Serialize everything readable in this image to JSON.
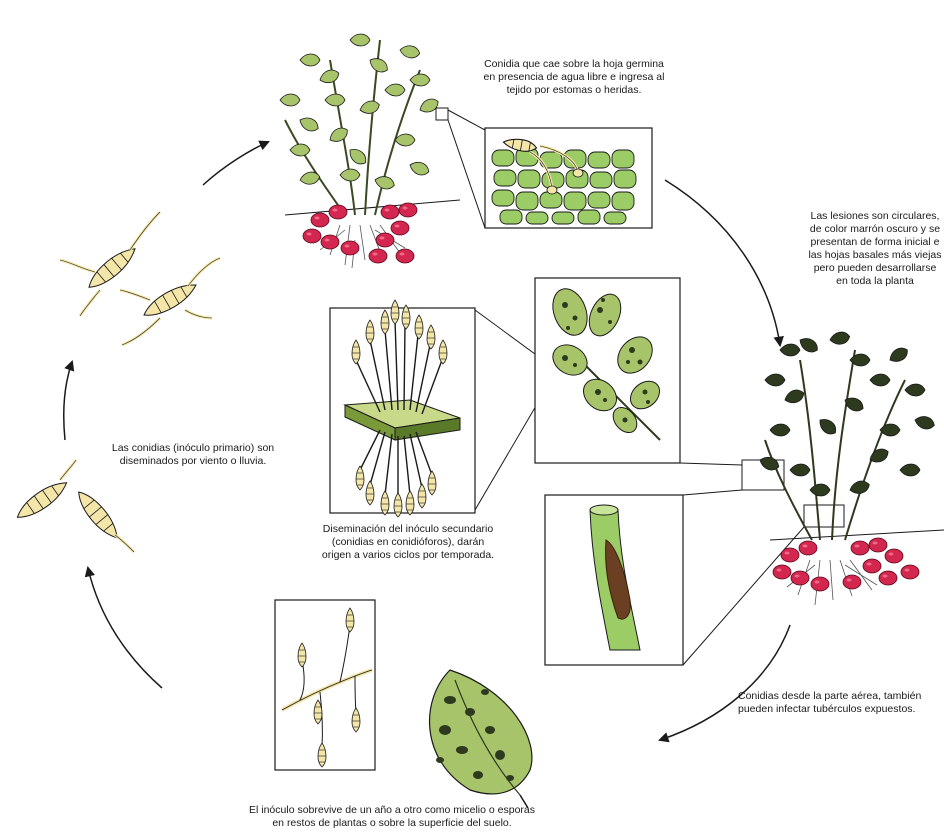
{
  "captions": {
    "top": [
      "Conidia que cae sobre la hoja germina",
      "en presencia de agua libre e ingresa al",
      "tejido por estomas o heridas."
    ],
    "right": [
      "Las lesiones son circulares,",
      "de color marrón oscuro y se",
      "presentan de forma inicial e",
      "las hojas basales más viejas",
      "pero pueden desarrollarse",
      "en toda la planta"
    ],
    "left": [
      "Las conidias (inóculo primario) son",
      "diseminados por viento o lluvia."
    ],
    "middle": [
      "Diseminación del inóculo secundario",
      "(conidias en conidióforos), darán",
      "origen a varios ciclos por temporada."
    ],
    "bottom_right": [
      "Conidias desde la parte aérea, también",
      "pueden infectar tubérculos expuestos."
    ],
    "bottom": [
      "El inóculo sobrevive de un año a otro como micelio o esporas",
      "en restos de plantas o sobre la superficie del suelo."
    ]
  },
  "colors": {
    "leaf": "#a8c46a",
    "leaf_dark": "#2d3a1e",
    "tuber": "#d4274f",
    "conidia": "#f3e6a8",
    "cell": "#9ccc65",
    "lesion": "#6b3f22",
    "outline": "#1a1a1a"
  }
}
